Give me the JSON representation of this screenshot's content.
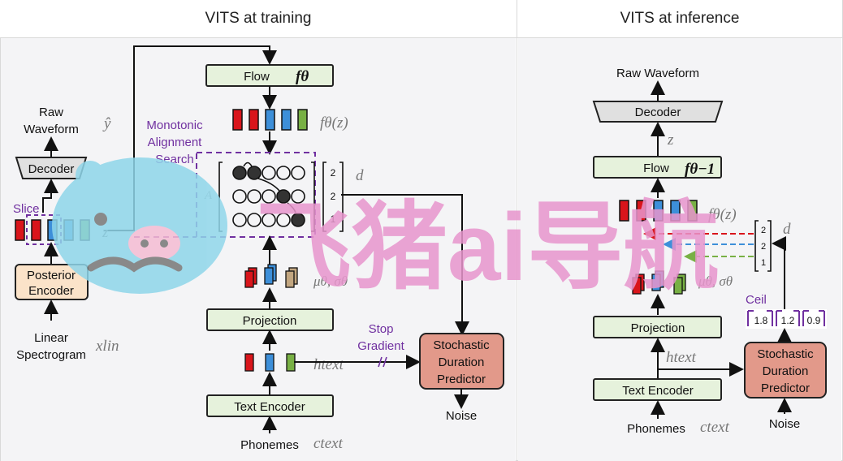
{
  "headers": {
    "training": "VITS at training",
    "inference": "VITS at inference"
  },
  "training": {
    "flow": "Flow",
    "flow_fn": "fθ",
    "flow_out": "fθ(z)",
    "mas": [
      "Monotonic",
      "Alignment",
      "Search"
    ],
    "raw_waveform": [
      "Raw",
      "Waveform"
    ],
    "y_hat": "ŷ",
    "decoder": "Decoder",
    "slice": "Slice",
    "z": "z",
    "posterior": [
      "Posterior",
      "Encoder"
    ],
    "linear": [
      "Linear",
      "Spectrogram"
    ],
    "x_lin": "xlin",
    "a_label": "A",
    "d": "d",
    "durations": [
      "2",
      "2",
      "1"
    ],
    "mu_sigma": "μθ, σθ",
    "projection": "Projection",
    "h_text": "htext",
    "stop_gradient": [
      "Stop",
      "Gradient"
    ],
    "sdp": [
      "Stochastic",
      "Duration",
      "Predictor"
    ],
    "text_encoder": "Text Encoder",
    "phonemes": "Phonemes",
    "c_text": "ctext",
    "noise": "Noise"
  },
  "inference": {
    "raw_waveform": "Raw Waveform",
    "decoder": "Decoder",
    "z": "z",
    "flow": "Flow",
    "flow_fn": "fθ−1",
    "flow_out": "fθ(z)",
    "d": "d",
    "durations": [
      "2",
      "2",
      "1"
    ],
    "mu_sigma": "μθ, σθ",
    "ceil": "Ceil",
    "ceil_values": [
      "1.8",
      "1.2",
      "0.9"
    ],
    "projection": "Projection",
    "h_text": "htext",
    "sdp": [
      "Stochastic",
      "Duration",
      "Predictor"
    ],
    "text_encoder": "Text Encoder",
    "phonemes": "Phonemes",
    "c_text": "ctext",
    "noise": "Noise"
  },
  "colors": {
    "red": "#d9151b",
    "blue": "#3d8fd9",
    "green": "#78b044",
    "tan": "#c2a680",
    "purple": "#7030a0",
    "box_green": "#e6f2dc",
    "box_salmon": "#e2998a",
    "box_peach": "#fbe3c9"
  },
  "watermark": "飞猪ai导航"
}
